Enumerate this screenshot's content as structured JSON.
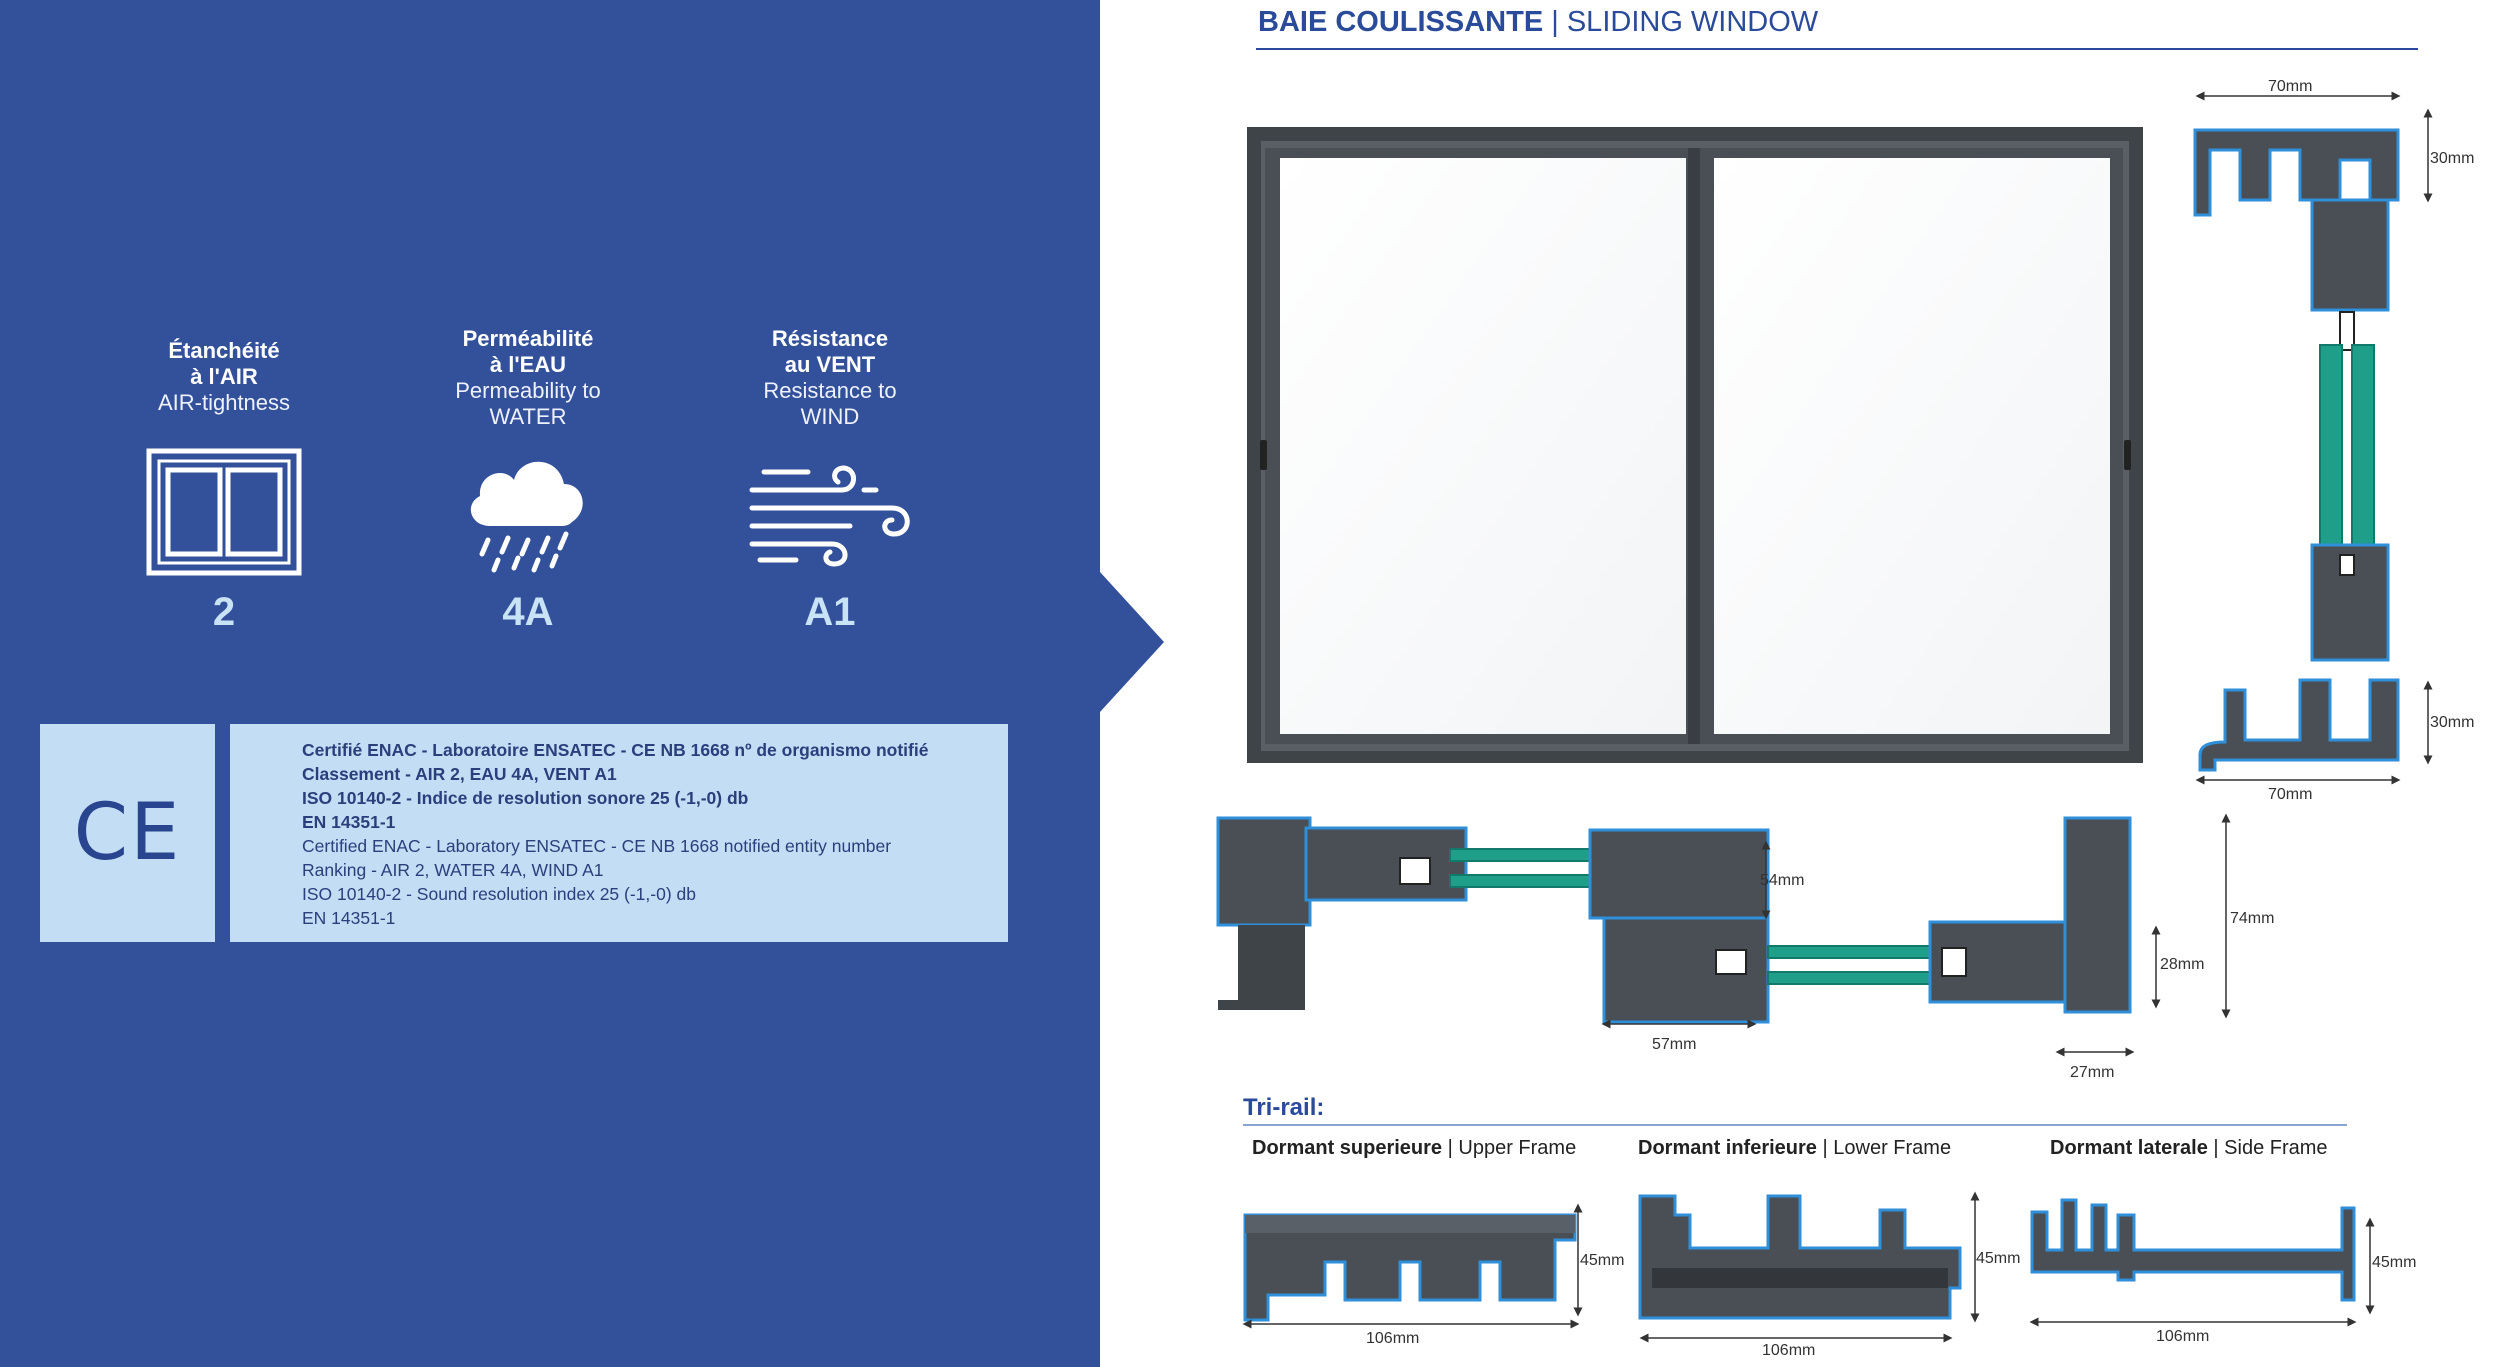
{
  "title": {
    "fr": "BAIE COULISSANTE",
    "sep": " | ",
    "en": "SLIDING WINDOW"
  },
  "performance": [
    {
      "fr1": "Étanchéité",
      "fr2": "à l'AIR",
      "en1": "AIR-tightness",
      "en2": "",
      "value": "2",
      "icon": "window-icon"
    },
    {
      "fr1": "Perméabilité",
      "fr2": "à l'EAU",
      "en1": "Permeability to",
      "en2": "WATER",
      "value": "4A",
      "icon": "rain-cloud-icon"
    },
    {
      "fr1": "Résistance",
      "fr2": "au VENT",
      "en1": "Resistance to",
      "en2": "WIND",
      "value": "A1",
      "icon": "wind-icon"
    }
  ],
  "ce_mark": "CE",
  "certification": {
    "fr": [
      "Certifié ENAC - Laboratoire ENSATEC - CE NB 1668 nº de organismo notifié",
      "Classement - AIR 2, EAU 4A, VENT A1",
      "ISO 10140-2 - Indice de resolution sonore 25 (-1,-0) db",
      "EN 14351-1"
    ],
    "en": [
      "Certified ENAC - Laboratory ENSATEC - CE NB 1668 notified entity number",
      "Ranking - AIR 2, WATER 4A, WIND A1",
      "ISO 10140-2 - Sound resolution index 25 (-1,-0) db",
      "EN 14351-1"
    ]
  },
  "dimensions": {
    "vertical_top_width": "70mm",
    "vertical_top_height": "30mm",
    "vertical_bottom_height": "30mm",
    "vertical_bottom_width": "70mm",
    "h_sash": "54mm",
    "h_total_height": "74mm",
    "h_side_height": "28mm",
    "h_sash_width": "57mm",
    "h_side_width": "27mm"
  },
  "trirail": {
    "title": "Tri-rail:",
    "profiles": [
      {
        "fr": "Dormant superieure",
        "sep": " | ",
        "en": "Upper Frame",
        "height": "45mm",
        "width": "106mm"
      },
      {
        "fr": "Dormant inferieure",
        "sep": " | ",
        "en": "Lower Frame",
        "height": "45mm",
        "width": "106mm"
      },
      {
        "fr": "Dormant laterale",
        "sep": " | ",
        "en": "Side Frame",
        "height": "45mm",
        "width": "106mm"
      }
    ]
  },
  "colors": {
    "panel_blue": "#33509a",
    "light_blue": "#c3def4",
    "profile_grey": "#4a4f56",
    "profile_edge": "#2f8fd8",
    "thermal_green": "#1f9e8a"
  }
}
